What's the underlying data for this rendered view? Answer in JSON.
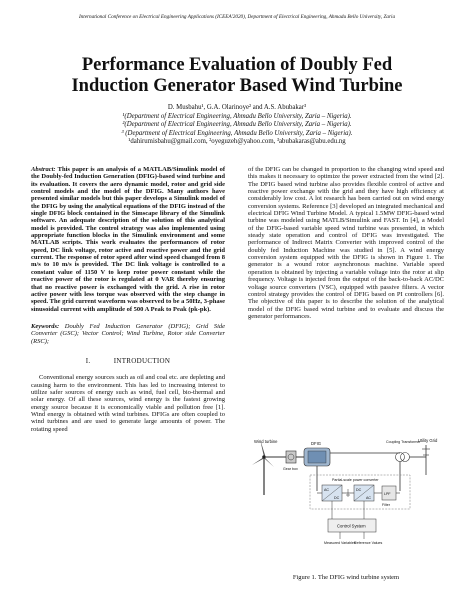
{
  "running_head": "International Conference on Electrical Engineering Applications (ICEEA'2020), Department of Electrical Engineering, Ahmadu Bello University, Zaria",
  "title": {
    "line1": "Performance Evaluation of Doubly Fed",
    "line2": "Induction Generator Based Wind Turbine"
  },
  "authors": {
    "names": "D. Musbahu¹, G.A. Olarinoye² and A.S. Abubakar³",
    "affiliations": [
      "¹(Department of Electrical Engineering, Ahmadu Bello University, Zaria – Nigeria).",
      "²(Department of Electrical Engineering, Ahmadu Bello University, Zaria – Nigeria).",
      "³ (Department of Electrical Engineering, Ahmadu Bello University, Zaria – Nigeria)."
    ],
    "emails_line1": "¹dahirumisbahu@gmail.com, ²oyeguzeh@yahoo.com, ³abubakaras@abu.edu.ng"
  },
  "abstract": {
    "lead": "Abstract:",
    "text": "This paper is an analysis of a MATLAB/Simulink model of the Doubly-fed Induction Generation (DFIG)-based wind turbine and its evaluation. It covers the aero dynamic model, rotor and grid side control models and the model of the DFIG. Many authors have presented similar models but this paper develops a Simulink model of the DFIG by using the analytical equations of the DFIG instead of the single DFIG block contained in the Simscape library of the Simulink software. An adequate description of the solution of this analytical model is provided. The control strategy was also implemented using appropriate function blocks in the Simulink environment and some MATLAB scripts. This work evaluates the performances of rotor speed, DC link voltage, rotor active and reactive power and the grid current. The response of rotor speed after wind speed changed from 8 m/s to 10 m/s is provided. The DC link voltage is controlled to a constant value of 1150 V to keep rotor power constant while the reactive power of the rotor is regulated at 0 VAR thereby ensuring that no reactive power is exchanged with the grid. A rise in rotor active power with less torque was observed with the step change in speed. The grid current waveform was observed to be a 50Hz, 3-phase sinusoidal current with amplitude of 500 A Peak to Peak (pk-pk)."
  },
  "keywords": {
    "lead": "Keywords:",
    "text": "Doubly Fed Induction Generator (DFIG); Grid Side Converter (GSC); Vector Control; Wind Turbine, Rotor side Converter (RSC);"
  },
  "section1": {
    "number": "I.",
    "title": "Introduction",
    "paragraph": "Conventional energy sources such as oil and coal etc. are depleting and causing harm to the environment. This has led to increasing interest to utilize safer sources of energy such as wind, fuel cell, bio-thermal and solar energy. Of all these sources, wind energy is the fastest growing energy source because it is economically viable and pollution free [1]. Wind energy is obtained with wind turbines. DFIGs are often coupled to wind turbines and are used to generate large amounts of power. The rotating speed"
  },
  "right_column": {
    "paragraph": "of the DFIG can be changed in proportion to the changing wind speed and this makes it necessary to optimize the power extracted from the wind [2]. The DFIG based wind turbine also provides flexible control of active and reactive power exchange with the grid and they have high efficiency at considerably low cost. A lot research has been carried out on wind energy conversion systems. Reference [3] developed an integrated mechanical and electrical DFIG Wind Turbine Model. A typical 1.5MW DFIG-based wind turbine was modeled using MATLB/Simulink and FAST. In [4], a Model of the DFIG-based variable speed wind turbine was presented, in which steady state operation and control of DFIG was investigated. The performance of Indirect Matrix Converter with improved control of the doubly fed Induction Machine was studied in [5]. A wind energy conversion system equipped with the DFIG is shown in Figure 1. The generator is a wound rotor asynchronous machine. Variable speed operation is obtained by injecting a variable voltage into the rotor at slip frequency. Voltage is injected from the output of the back-to-back AC/DC voltage source converters (VSC), equipped with passive filters. A vector control strategy provides the control of DFIG based on PI controllers [6]. The objective of this paper is to describe the solution of the analytical model of the DFIG based wind turbine and to evaluate and discuss the generator performances."
  },
  "figure": {
    "caption": "Figure 1. The DFIG wind turbine system",
    "labels": {
      "wind_turbine": "Wind turbine",
      "dfig": "DFIG",
      "gear_box": "Gear box",
      "coupling_transformer": "Coupling Transformer",
      "utility_grid": "Utility Grid",
      "partial_converter": "Partial-scale power converter",
      "dc": "DC",
      "ac": "AC",
      "lpf": "LPF",
      "filter": "Filter",
      "control_system": "Control System",
      "measured_variables": "Measured Variables",
      "reference_values": "Reference Values"
    }
  }
}
